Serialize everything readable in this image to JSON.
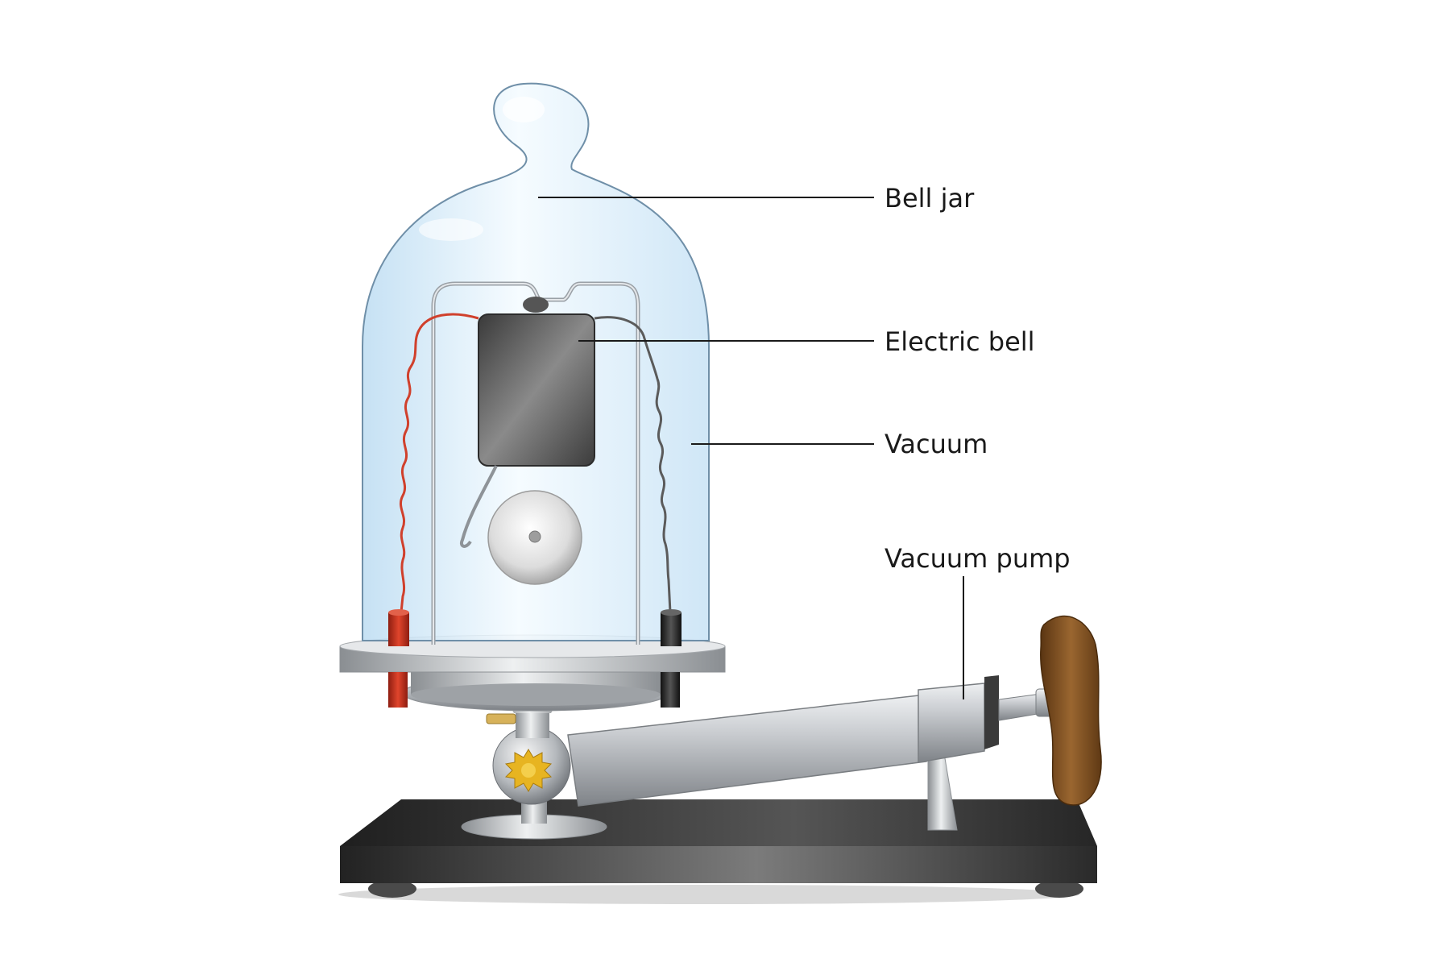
{
  "labels": {
    "bell_jar": "Bell jar",
    "electric_bell": "Electric bell",
    "vacuum": "Vacuum",
    "vacuum_pump": "Vacuum pump"
  },
  "colors": {
    "glass": "#cfe6f7",
    "glass_edge": "#6f8fa8",
    "base": "#2e2e2e",
    "metal": "#b8bcc0",
    "red_wire": "#d0402c",
    "handle": "#7a4a1e",
    "bell_box": "#4d4d4d"
  }
}
